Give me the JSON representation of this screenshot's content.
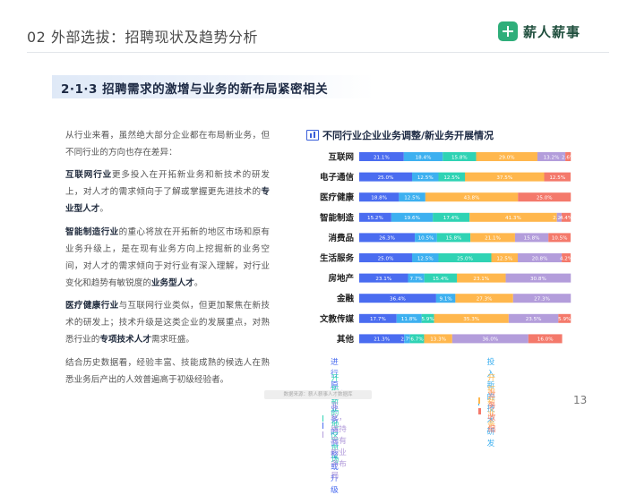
{
  "header": {
    "title": "02 外部选拔：招聘现状及趋势分析",
    "logo_text": "薪人薪事"
  },
  "section": {
    "title": "2·1·3 招聘需求的激增与业务的新布局紧密相关"
  },
  "paragraphs": {
    "p1": "从行业来看，虽然绝大部分企业都在布局新业务，但不同行业的方向也存在差异：",
    "p2_prefix": "互联网行业",
    "p2_body": "更多投入在开拓新业务和新技术的研发上，对人才的需求倾向于了解或掌握更先进技术的",
    "p2_bold": "专业型人才",
    "p2_end": "。",
    "p3_prefix": "智能制造行业",
    "p3_body": "的重心将放在开拓新的地区市场和原有业务升级上，是在现有业务方向上挖掘新的业务空间，对人才的需求倾向于对行业有深入理解，对行业变化和趋势有敏锐度的",
    "p3_bold": "业务型人才",
    "p3_end": "。",
    "p4_prefix": "医疗健康行业",
    "p4_body": "与互联网行业类似，但更加聚焦在新技术的研发上；技术升级是这类企业的发展重点，对熟悉行业的",
    "p4_bold": "专项技术人才",
    "p4_end": "需求旺盛。",
    "p5": "结合历史数据看，经验丰富、技能成熟的候选人在熟悉业务后产出的人效普遍高于初级经验者。"
  },
  "chart_data": {
    "type": "bar",
    "stacked": "100%",
    "orientation": "horizontal",
    "title": "不同行业企业业务调整/新业务开展情况",
    "categories": [
      "互联网",
      "电子通信",
      "医疗健康",
      "智能制造",
      "消费品",
      "生活服务",
      "房地产",
      "金融",
      "文教传媒",
      "其他"
    ],
    "series": [
      {
        "name": "进行原有业务的调整或升级",
        "color": "#4a6cf0",
        "values": [
          21.1,
          25.0,
          18.8,
          15.2,
          26.3,
          25.0,
          23.1,
          36.4,
          17.7,
          21.3
        ]
      },
      {
        "name": "投入新的技术研发",
        "color": "#3db0f0",
        "values": [
          18.4,
          12.5,
          12.5,
          19.6,
          10.5,
          12.5,
          7.7,
          9.1,
          11.8,
          2.7
        ]
      },
      {
        "name": "开拓新的地区市场",
        "color": "#2fd3b4",
        "values": [
          15.8,
          12.5,
          0,
          17.4,
          15.8,
          25.0,
          15.4,
          0,
          5.9,
          6.7
        ]
      },
      {
        "name": "开拓新业务",
        "color": "#ffb74d",
        "values": [
          29.0,
          37.5,
          43.8,
          41.3,
          21.1,
          12.5,
          23.1,
          27.3,
          35.3,
          13.3
        ]
      },
      {
        "name": "没有变化，维持现有的业务布局",
        "color": "#b39ddb",
        "values": [
          13.2,
          0,
          0,
          2.2,
          15.8,
          20.8,
          30.8,
          27.3,
          23.5,
          36.0
        ]
      },
      {
        "name": "业务收缩",
        "color": "#f4796b",
        "values": [
          2.6,
          12.5,
          25.0,
          4.4,
          10.5,
          4.2,
          0,
          0,
          5.9,
          16.0
        ]
      }
    ],
    "xlim": [
      0,
      100
    ]
  },
  "legend": {
    "items": [
      "进行原有业务的调整或升级",
      "投入新的技术研发",
      "开拓新的地区市场",
      "开拓新业务",
      "没有变化，维持现有的业务布局",
      "业务收缩"
    ],
    "colors": [
      "#4a6cf0",
      "#3db0f0",
      "#2fd3b4",
      "#ffb74d",
      "#b39ddb",
      "#f4796b"
    ]
  },
  "footer": {
    "note": "数据来源：薪人薪事人才数据库",
    "page_number": "13"
  }
}
